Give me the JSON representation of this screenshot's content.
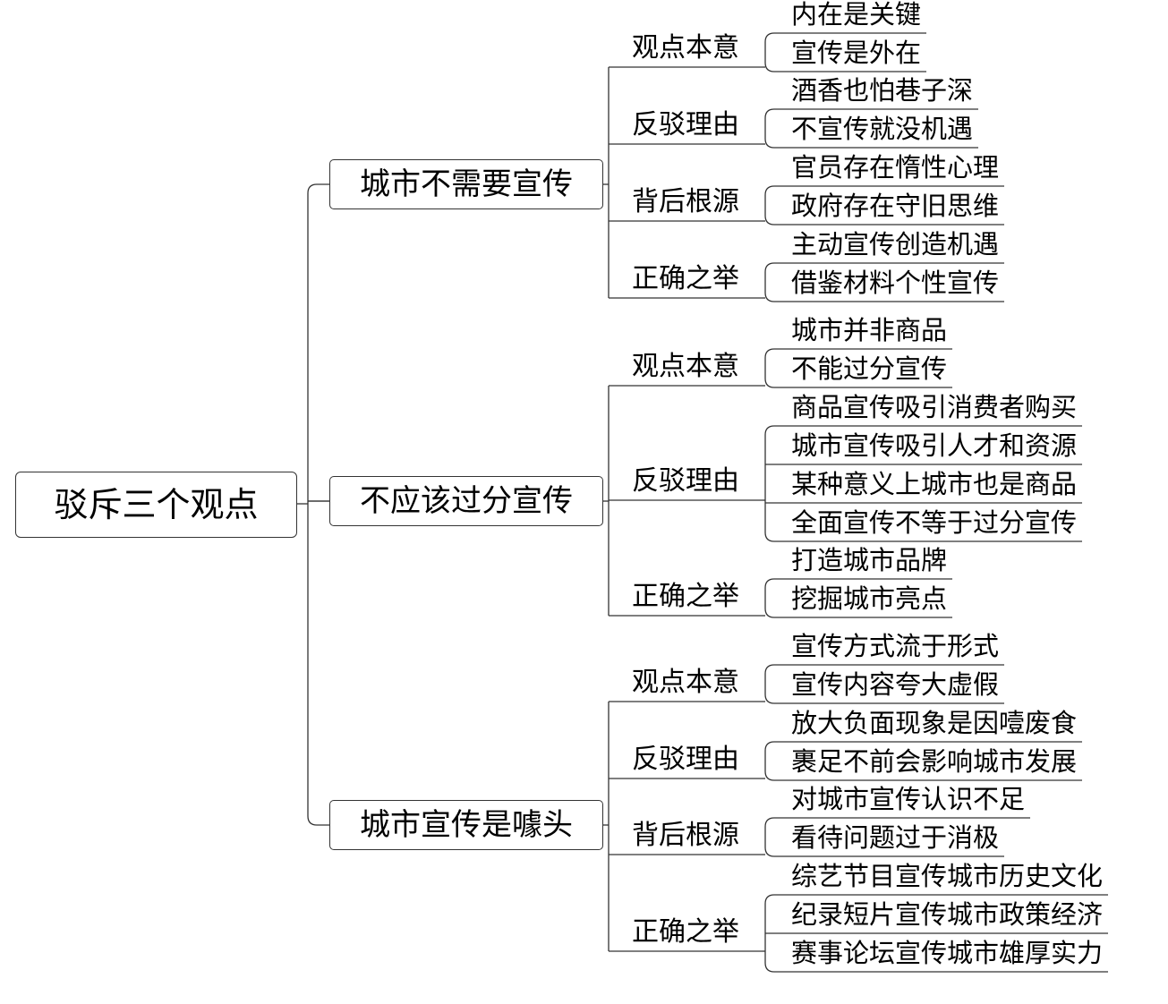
{
  "root": "驳斥三个观点",
  "topics": [
    {
      "label": "城市不需要宣传",
      "subs": [
        {
          "label": "观点本意",
          "items": [
            "内在是关键",
            "宣传是外在"
          ]
        },
        {
          "label": "反驳理由",
          "items": [
            "酒香也怕巷子深",
            "不宣传就没机遇"
          ]
        },
        {
          "label": "背后根源",
          "items": [
            "官员存在惰性心理",
            "政府存在守旧思维"
          ]
        },
        {
          "label": "正确之举",
          "items": [
            "主动宣传创造机遇",
            "借鉴材料个性宣传"
          ]
        }
      ]
    },
    {
      "label": "不应该过分宣传",
      "subs": [
        {
          "label": "观点本意",
          "items": [
            "城市并非商品",
            "不能过分宣传"
          ]
        },
        {
          "label": "反驳理由",
          "items": [
            "商品宣传吸引消费者购买",
            "城市宣传吸引人才和资源",
            "某种意义上城市也是商品",
            "全面宣传不等于过分宣传"
          ]
        },
        {
          "label": "正确之举",
          "items": [
            "打造城市品牌",
            "挖掘城市亮点"
          ]
        }
      ]
    },
    {
      "label": "城市宣传是噱头",
      "subs": [
        {
          "label": "观点本意",
          "items": [
            "宣传方式流于形式",
            "宣传内容夸大虚假"
          ]
        },
        {
          "label": "反驳理由",
          "items": [
            "放大负面现象是因噎废食",
            "裹足不前会影响城市发展"
          ]
        },
        {
          "label": "背后根源",
          "items": [
            "对城市宣传认识不足",
            "看待问题过于消极"
          ]
        },
        {
          "label": "正确之举",
          "items": [
            "综艺节目宣传城市历史文化",
            "纪录短片宣传城市政策经济",
            "赛事论坛宣传城市雄厚实力"
          ]
        }
      ]
    }
  ]
}
